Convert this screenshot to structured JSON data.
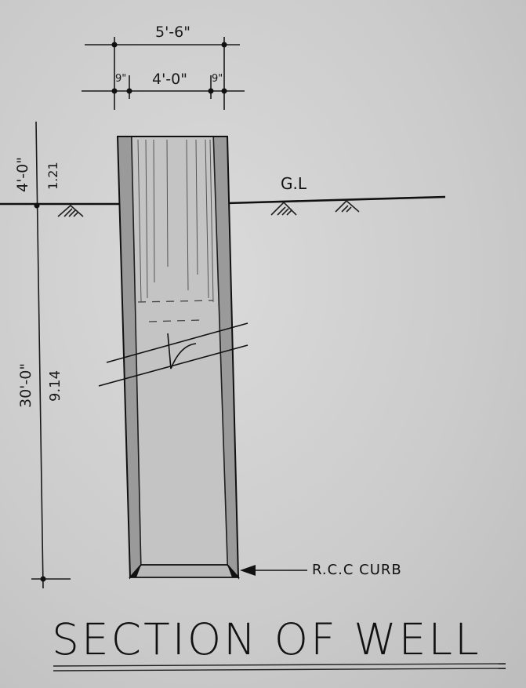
{
  "title": "SECTION OF WELL",
  "dimensions": {
    "overall_width": "5'-6\"",
    "inner_width": "4'-0\"",
    "left_wall": "9\"",
    "right_wall": "9\"",
    "above_ground": "4'-0\"",
    "above_ground_metric": "1.21",
    "depth": "30'-0\"",
    "depth_metric": "9.14"
  },
  "labels": {
    "ground_level": "G.L",
    "curb": "R.C.C CURB"
  }
}
